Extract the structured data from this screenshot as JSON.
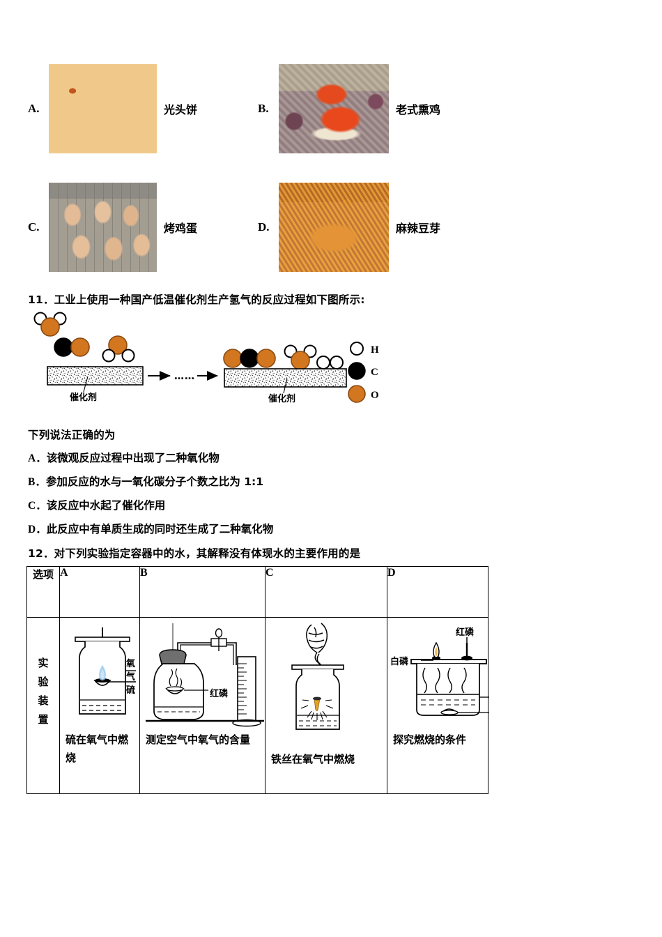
{
  "photo_options": [
    {
      "letter": "A.",
      "caption": "光头饼",
      "image": "fried-biscuits-photo"
    },
    {
      "letter": "B.",
      "caption": "老式熏鸡",
      "image": "smoked-chicken-photo"
    },
    {
      "letter": "C.",
      "caption": "烤鸡蛋",
      "image": "grilled-eggs-photo"
    },
    {
      "letter": "D.",
      "caption": "麻辣豆芽",
      "image": "spicy-bean-sprouts-photo"
    }
  ],
  "question11": {
    "stem": "11．工业上使用一种国产低温催化剂生产氢气的反应过程如下图所示:",
    "diagram": {
      "catalyst_label_left": "催化剂",
      "catalyst_label_right": "催化剂",
      "ellipsis": "……",
      "legend": [
        {
          "symbol": "H",
          "color": "#ffffff"
        },
        {
          "symbol": "C",
          "color": "#000000"
        },
        {
          "symbol": "O",
          "color": "#d2761f"
        }
      ]
    },
    "prompt": "下列说法正确的为",
    "options": [
      {
        "label": "A．",
        "text": "该微观反应过程中出现了二种氧化物"
      },
      {
        "label": "B．",
        "text": "参加反应的水与一氧化碳分子个数之比为 1:1"
      },
      {
        "label": "C．",
        "text": "该反应中水起了催化作用"
      },
      {
        "label": "D．",
        "text": "此反应中有单质生成的同时还生成了二种氧化物"
      }
    ]
  },
  "question12": {
    "stem": "12．对下列实验指定容器中的水，其解释没有体现水的主要作用的是",
    "table": {
      "row_headers": [
        "选项",
        "实验装置"
      ],
      "columns": [
        "A",
        "B",
        "C",
        "D"
      ],
      "cells": [
        {
          "column": "A",
          "caption": "硫在氧气中燃烧",
          "apparatus": "gas-jar-sulfur-burning",
          "labels": [
            "氧气",
            "硫"
          ]
        },
        {
          "column": "B",
          "caption": "测定空气中氧气的含量",
          "apparatus": "flask-with-graduated-cylinder",
          "labels": [
            "红磷"
          ]
        },
        {
          "column": "C",
          "caption": "铁丝在氧气中燃烧",
          "apparatus": "gas-jar-iron-wire-burning",
          "labels": []
        },
        {
          "column": "D",
          "caption": "探究燃烧的条件",
          "apparatus": "beaker-white-red-phosphorus",
          "labels": [
            "白磷",
            "红磷"
          ]
        }
      ]
    }
  },
  "colors": {
    "oxygen": "#d2761f",
    "carbon": "#000000",
    "hydrogen": "#ffffff",
    "stroke": "#000000",
    "flame_blue": "#8fc3ea",
    "spark_orange": "#e8a427"
  }
}
